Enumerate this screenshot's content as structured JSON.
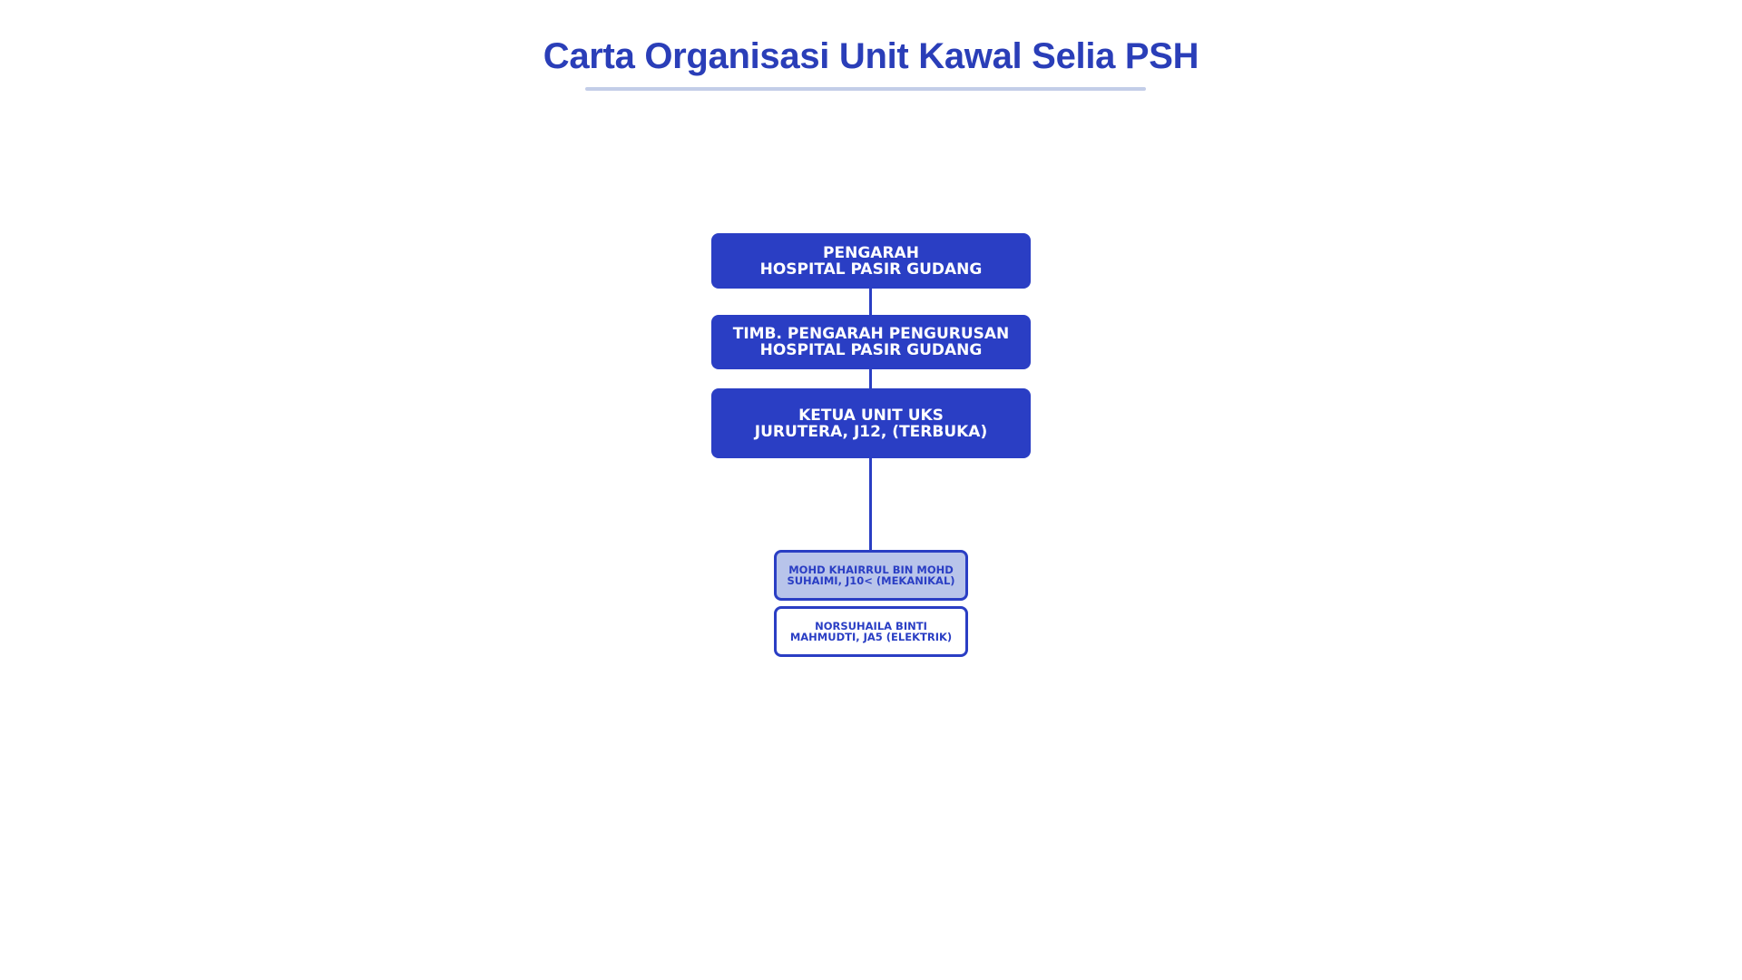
{
  "title": "Carta Organisasi Unit Kawal Selia PSH",
  "nodes": [
    {
      "line1": "PENGARAH",
      "line2": "HOSPITAL PASIR GUDANG"
    },
    {
      "line1": "TIMB. PENGARAH PENGURUSAN",
      "line2": "HOSPITAL PASIR GUDANG"
    },
    {
      "line1": "KETUA UNIT UKS",
      "line2": "JURUTERA, J12, (TERBUKA)"
    },
    {
      "line1": "MOHD KHAIRRUL BIN MOHD",
      "line2": "SUHAIMI, J10< (MEKANIKAL)"
    },
    {
      "line1": "NORSUHAILA BINTI",
      "line2": "MAHMUDTI, JA5 (ELEKTRIK)"
    }
  ],
  "colors": {
    "primary": "#2a3ec4",
    "highlight_fill": "#b8c4ea",
    "underline": "#c3cde8"
  }
}
